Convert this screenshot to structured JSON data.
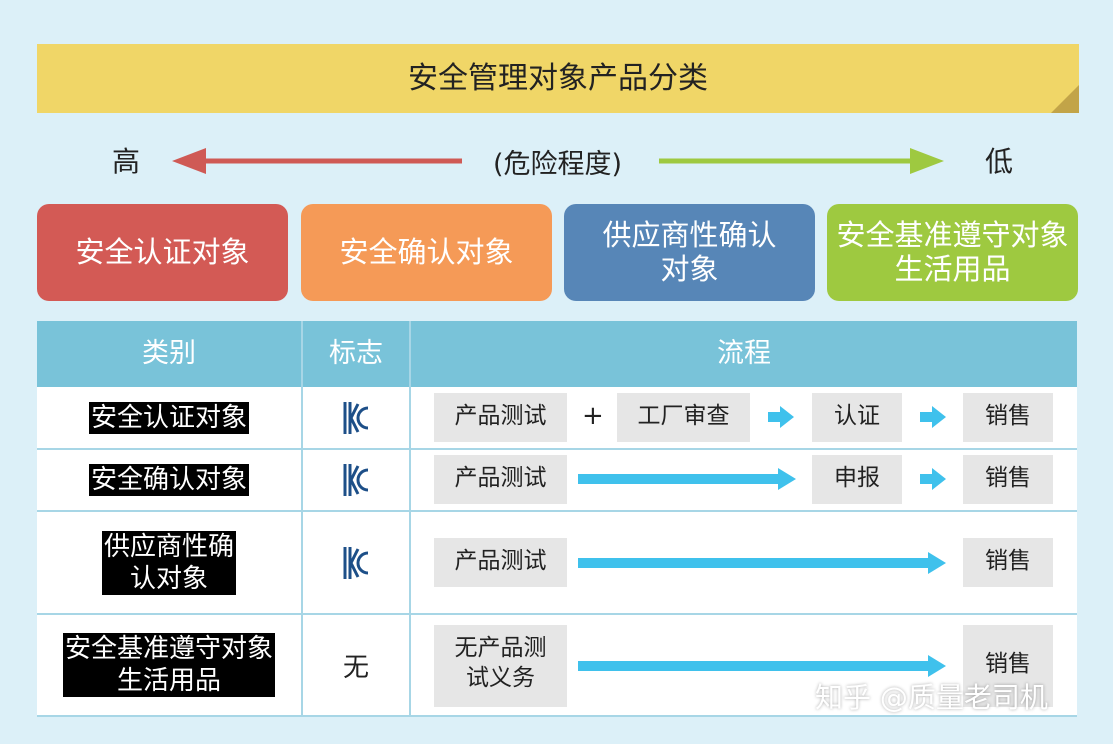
{
  "title": "安全管理对象产品分类",
  "level_high": "高",
  "level_low": "低",
  "danger_label": "(危险程度)",
  "categories": [
    {
      "label": "安全认证对象",
      "color": "#d35a55"
    },
    {
      "label": "安全确认对象",
      "color": "#f59a57"
    },
    {
      "label": "供应商性确认\n对象",
      "color": "#5786b7"
    },
    {
      "label": "安全基准遵守对象\n生活用品",
      "color": "#9ec940"
    }
  ],
  "table": {
    "headers": {
      "category": "类别",
      "mark": "标志",
      "process": "流程"
    },
    "rows": [
      {
        "category": "安全认证对象",
        "mark": "KC",
        "steps": [
          "产品测试",
          "工厂审查",
          "认证",
          "销售"
        ],
        "plus": "+"
      },
      {
        "category": "安全确认对象",
        "mark": "KC",
        "steps": [
          "产品测试",
          "申报",
          "销售"
        ]
      },
      {
        "category": "供应商性确\n认对象",
        "mark": "KC",
        "steps": [
          "产品测试",
          "销售"
        ]
      },
      {
        "category": "安全基准遵守对象\n生活用品",
        "mark": "无",
        "steps": [
          "无产品测\n试义务",
          "销售"
        ]
      }
    ]
  },
  "watermark": "知乎 @质量老司机",
  "colors": {
    "flow_arrow": "#3fc1ec",
    "header_bg": "#79c3d9",
    "banner": "#f0d667"
  }
}
